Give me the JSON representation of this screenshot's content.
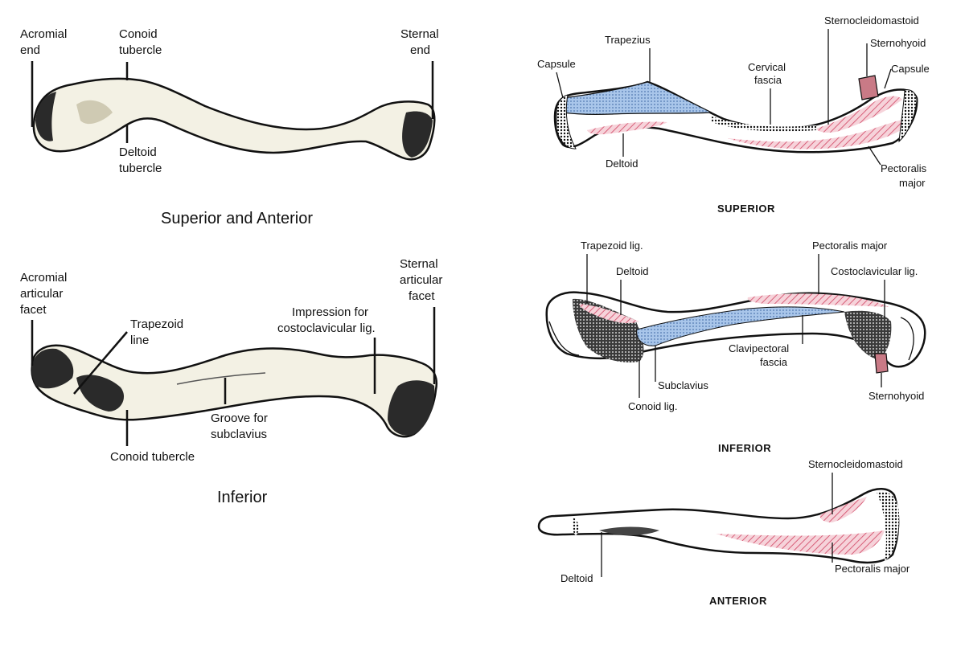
{
  "left": {
    "superior": {
      "caption": "Superior and Anterior",
      "labels": {
        "acromial_end": [
          "Acromial",
          "end"
        ],
        "conoid_tubercle": [
          "Conoid",
          "tubercle"
        ],
        "sternal_end": [
          "Sternal",
          "end"
        ],
        "deltoid_tubercle": [
          "Deltoid",
          "tubercle"
        ]
      }
    },
    "inferior": {
      "caption": "Inferior",
      "labels": {
        "acromial_facet": [
          "Acromial",
          "articular",
          "facet"
        ],
        "trapezoid_line": [
          "Trapezoid",
          "line"
        ],
        "impression": [
          "Impression for",
          "costoclavicular lig."
        ],
        "sternal_facet": [
          "Sternal",
          "articular",
          "facet"
        ],
        "groove": [
          "Groove for",
          "subclavius"
        ],
        "conoid_tubercle": "Conoid tubercle"
      }
    }
  },
  "right": {
    "superior": {
      "caption": "SUPERIOR",
      "labels": {
        "capsule_left": "Capsule",
        "trapezius": "Trapezius",
        "cervical_fascia": [
          "Cervical",
          "fascia"
        ],
        "sternocleidomastoid": "Sternocleidomastoid",
        "sternohyoid": "Sternohyoid",
        "capsule_right": "Capsule",
        "deltoid": "Deltoid",
        "pectoralis_major": [
          "Pectoralis",
          "major"
        ]
      }
    },
    "inferior": {
      "caption": "INFERIOR",
      "labels": {
        "trapezoid_lig": "Trapezoid lig.",
        "deltoid": "Deltoid",
        "pectoralis_major": "Pectoralis major",
        "costoclavicular_lig": "Costoclavicular lig.",
        "clavipectoral_fascia": [
          "Clavipectoral",
          "fascia"
        ],
        "subclavius": "Subclavius",
        "conoid_lig": "Conoid lig.",
        "sternohyoid": "Sternohyoid"
      }
    },
    "anterior": {
      "caption": "ANTERIOR",
      "labels": {
        "sternocleidomastoid": "Sternocleidomastoid",
        "deltoid": "Deltoid",
        "pectoralis_major": "Pectoralis major"
      }
    }
  },
  "colors": {
    "bone": "#f3f1e4",
    "muscle_origin": "#e07a8c",
    "muscle_insertion": "#8fb4e0",
    "ligament": "#222222"
  }
}
